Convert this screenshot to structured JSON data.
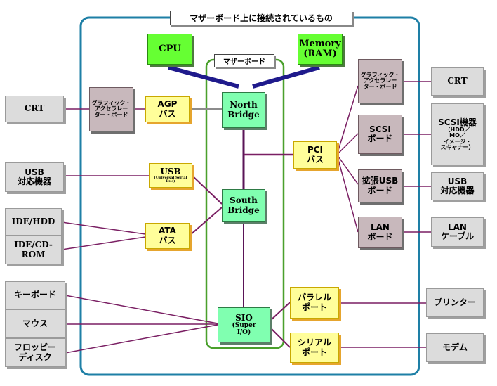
{
  "title": "マザーボード上に接続されているもの",
  "motherboard_label": "マザーボード",
  "cpu": "CPU",
  "memory": {
    "line1": "Memory",
    "line2": "(RAM)"
  },
  "north_bridge": {
    "line1": "North",
    "line2": "Bridge"
  },
  "south_bridge": {
    "line1": "South",
    "line2": "Bridge"
  },
  "sio": {
    "label": "SIO",
    "sub1": "(Super",
    "sub2": "I/O)"
  },
  "agp": {
    "line1": "AGP",
    "line2": "バス"
  },
  "usb_bus": {
    "line1": "USB",
    "sub": "(Universal Serial Bus)"
  },
  "ata": {
    "line1": "ATA",
    "line2": "バス"
  },
  "pci": {
    "line1": "PCI",
    "line2": "バス"
  },
  "parallel": {
    "line1": "パラレル",
    "line2": "ポート"
  },
  "serial": {
    "line1": "シリアル",
    "line2": "ポート"
  },
  "graphics_left": {
    "line1": "グラフィック・",
    "line2": "アクセラレー",
    "line3": "ター・ボード"
  },
  "graphics_right": {
    "line1": "グラフィック・",
    "line2": "アクセラレー",
    "line3": "ター・ボード"
  },
  "scsi_board": {
    "line1": "SCSI",
    "line2": "ボード"
  },
  "usb_ext_board": {
    "line1": "拡張USB",
    "line2": "ボード"
  },
  "lan_board": {
    "line1": "LAN",
    "line2": "ボード"
  },
  "crt_left": "CRT",
  "usb_device_left": {
    "line1": "USB",
    "line2": "対応機器"
  },
  "ide_hdd": "IDE/HDD",
  "ide_cdrom": "IDE/CD-ROM",
  "keyboard": "キーボード",
  "mouse": "マウス",
  "floppy": {
    "line1": "フロッピー",
    "line2": "ディスク"
  },
  "crt_right": "CRT",
  "scsi_device": {
    "line1": "SCSI機器",
    "line2": "（HDD／",
    "line3": "MO／",
    "line4": "イメージ・",
    "line5": "スキャナー）"
  },
  "usb_device_right": {
    "line1": "USB",
    "line2": "対応機器"
  },
  "lan_cable": {
    "line1": "LAN",
    "line2": "ケーブル"
  },
  "printer": "プリンター",
  "modem": "モデム",
  "colors": {
    "outer_frame": "#1e7fa6",
    "motherboard_frame": "#4aa02c",
    "wire": "#7a1f63",
    "thick_wire": "#1f1a8c",
    "grey_wire": "#8c8c8c"
  }
}
